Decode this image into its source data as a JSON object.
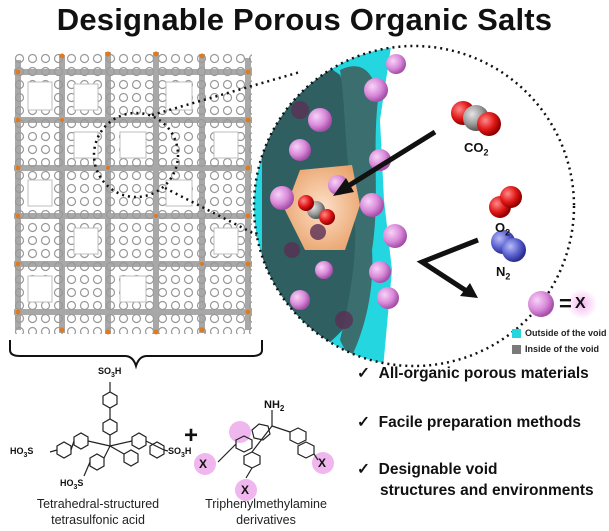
{
  "title": "Designable Porous Organic Salts",
  "gas": {
    "co2": "CO",
    "co2_sub": "2",
    "o2": "O",
    "o2_sub": "2",
    "n2": "N",
    "n2_sub": "2"
  },
  "legend": {
    "equals": "=",
    "x": "X",
    "outside": "Outside of the void",
    "inside": "Inside of the void",
    "outside_color": "#24d6e0",
    "inside_color": "#7a7a7a"
  },
  "molecules": {
    "acid_caption_1": "Tetrahedral-structured",
    "acid_caption_2": "tetrasulfonic acid",
    "amine_caption_1": "Triphenylmethylamine",
    "amine_caption_2": "derivatives",
    "plus": "+",
    "so3h": "SO",
    "so3h_sub": "3",
    "h": "H",
    "ho3s": "HO",
    "ho3s_sub": "3",
    "s": "S",
    "nh2": "NH",
    "nh2_sub": "2",
    "x": "X"
  },
  "bullets": [
    {
      "mark": "✓",
      "text": "All-organic porous materials"
    },
    {
      "mark": "✓",
      "text": "Facile preparation methods"
    },
    {
      "mark": "✓",
      "text": "Designable void"
    },
    {
      "mark": "",
      "text": "structures and environments"
    }
  ]
}
